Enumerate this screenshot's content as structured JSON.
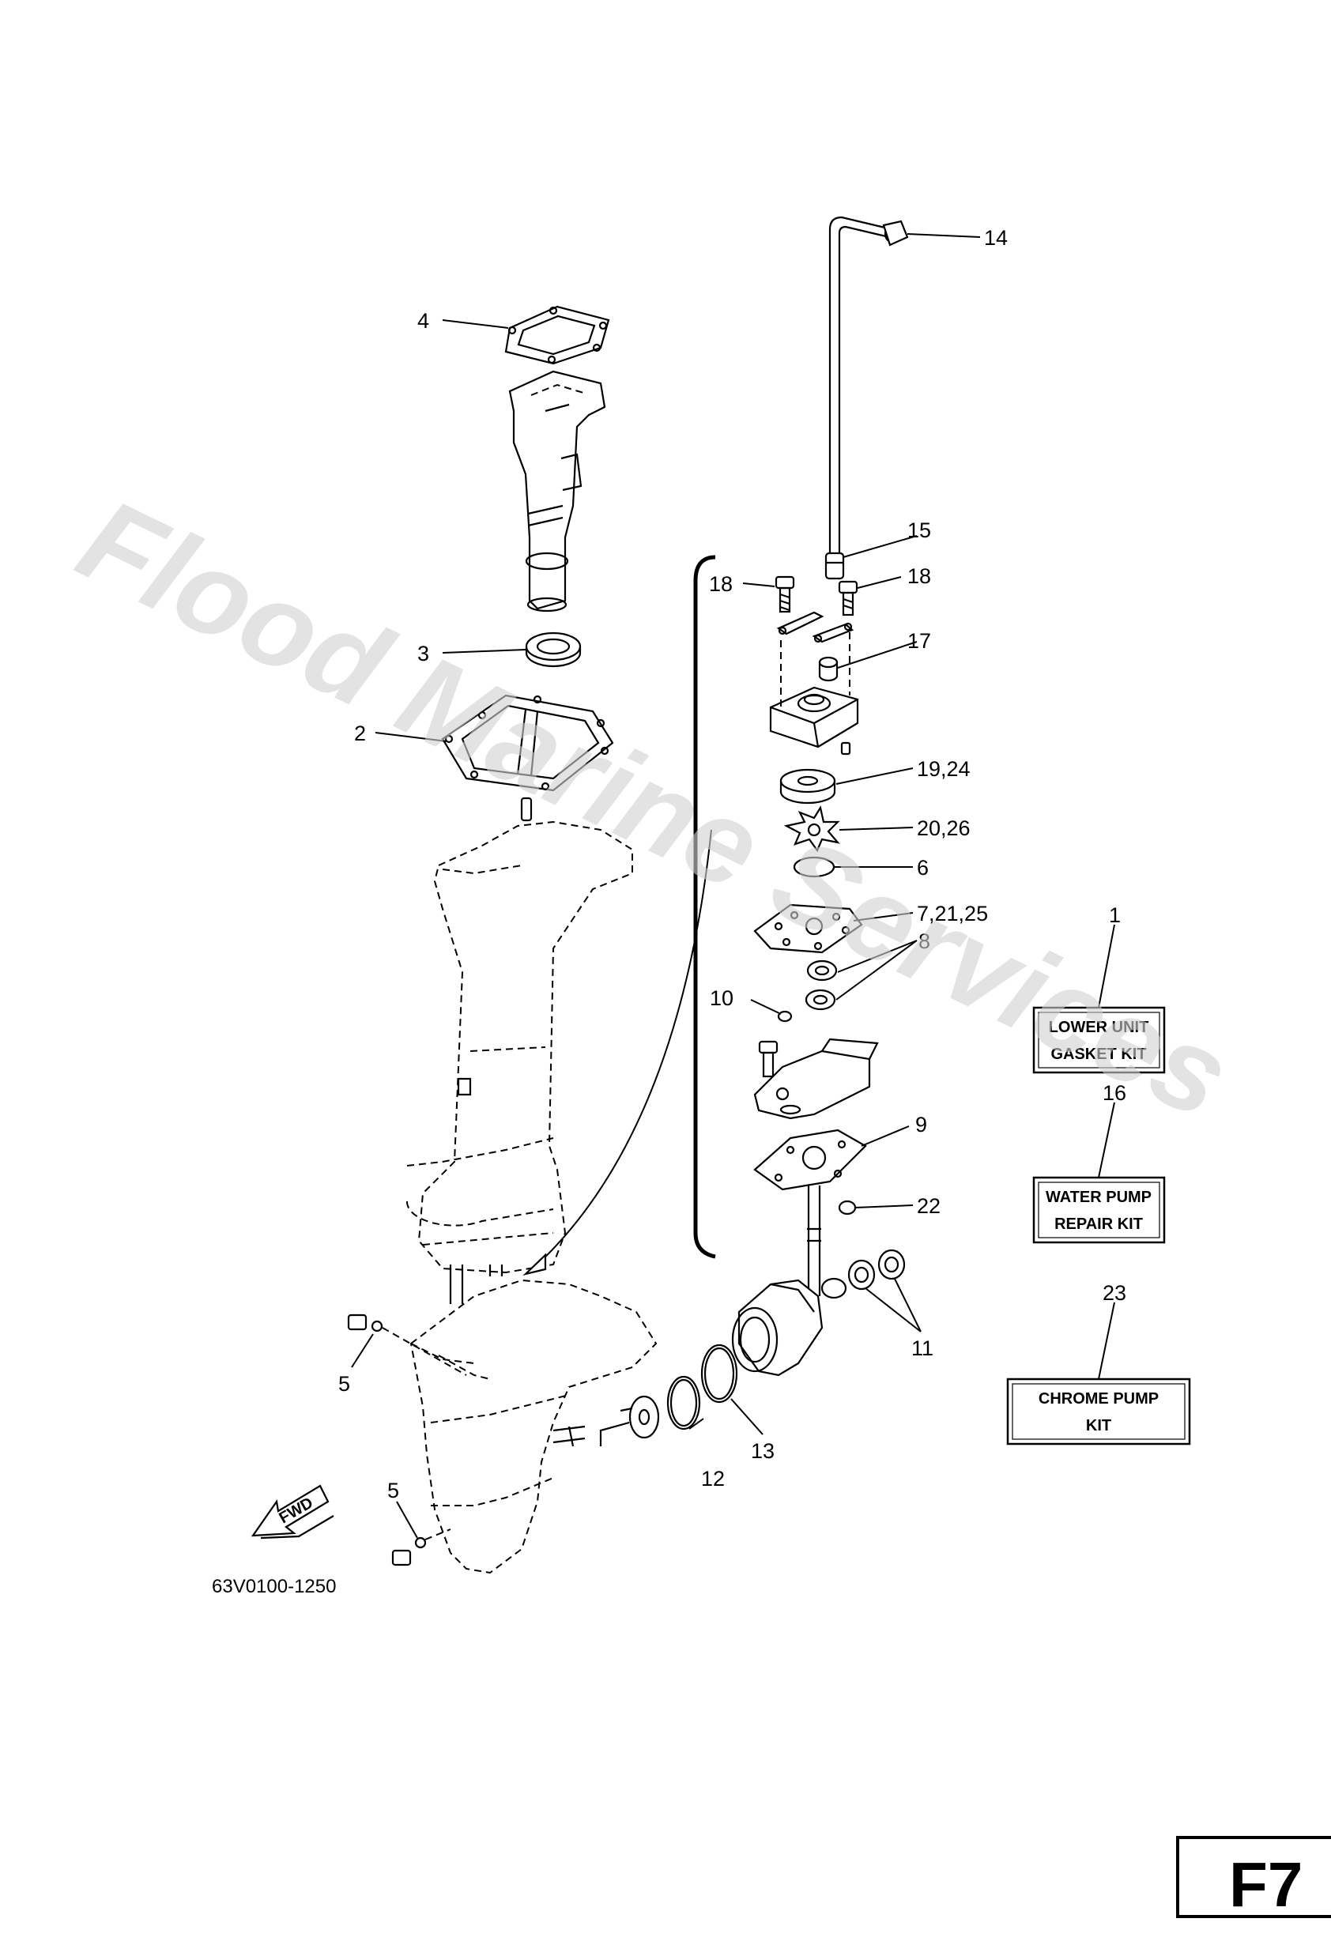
{
  "watermark": "Flood Marine Services",
  "page_id": "F7",
  "part_code": "63V0100-1250",
  "fwd_label": "FWD",
  "callouts": {
    "c1": "1",
    "c2": "2",
    "c3": "3",
    "c4": "4",
    "c5a": "5",
    "c5b": "5",
    "c6": "6",
    "c7": "7,21,25",
    "c8": "8",
    "c9": "9",
    "c10": "10",
    "c11": "11",
    "c12": "12",
    "c13": "13",
    "c14": "14",
    "c15": "15",
    "c16": "16",
    "c17": "17",
    "c18a": "18",
    "c18b": "18",
    "c19": "19,24",
    "c20": "20,26",
    "c22": "22",
    "c23": "23"
  },
  "kits": {
    "lower_unit": {
      "line1": "LOWER UNIT",
      "line2": "GASKET KIT"
    },
    "water_pump": {
      "line1": "WATER PUMP",
      "line2": "REPAIR KIT"
    },
    "chrome_pump": {
      "line1": "CHROME PUMP",
      "line2": "KIT"
    }
  },
  "colors": {
    "line": "#000000",
    "watermark": "#d2d2d2",
    "background": "#ffffff"
  }
}
